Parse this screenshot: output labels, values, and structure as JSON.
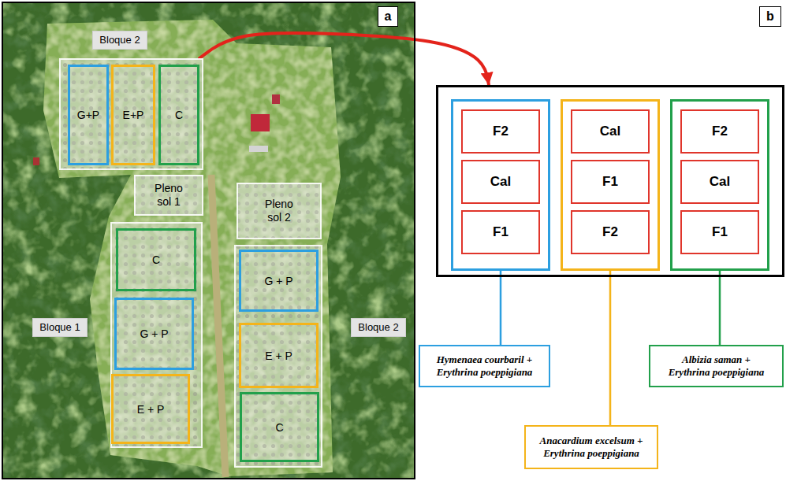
{
  "diagram": {
    "nodes": [
      {
        "text": [
          "a"
        ]
      },
      {
        "text": [
          "Bloque 2"
        ],
        "in": 0
      },
      {
        "text": [
          "G+P"
        ],
        "in": 1
      },
      {
        "text": [
          "E+P"
        ],
        "in": 1
      },
      {
        "text": [
          "C"
        ],
        "in": 1
      },
      {
        "text": [
          "Pleno sol 1"
        ],
        "in": 0
      },
      {
        "text": [
          "Pleno sol 2"
        ],
        "in": 0
      },
      {
        "text": [
          "Bloque 1"
        ],
        "in": 0
      },
      {
        "text": [
          "C"
        ],
        "in": 7
      },
      {
        "text": [
          "G + P"
        ],
        "in": 7
      },
      {
        "text": [
          "E + P"
        ],
        "in": 7
      },
      {
        "text": [
          "Bloque 2"
        ],
        "in": 0
      },
      {
        "text": [
          "G + P"
        ],
        "in": 11
      },
      {
        "text": [
          "E + P"
        ],
        "in": 11
      },
      {
        "text": [
          "C"
        ],
        "in": 11
      },
      {
        "text": [
          "b"
        ]
      },
      {
        "text": [],
        "in": 15
      },
      {
        "text": [
          "F2"
        ],
        "in": 16
      },
      {
        "text": [
          "Cal"
        ],
        "in": 16
      },
      {
        "text": [
          "F1"
        ],
        "in": 16
      },
      {
        "text": [],
        "in": 15
      },
      {
        "text": [
          "Cal"
        ],
        "in": 20
      },
      {
        "text": [
          "F1"
        ],
        "in": 20
      },
      {
        "text": [
          "F2"
        ],
        "in": 20
      },
      {
        "text": [],
        "in": 15
      },
      {
        "text": [
          "F2"
        ],
        "in": 24
      },
      {
        "text": [
          "Cal"
        ],
        "in": 24
      },
      {
        "text": [
          "F1"
        ],
        "in": 24
      },
      {
        "text": [
          "Hymenaea courbaril + Erythrina poeppigiana"
        ]
      },
      {
        "text": [
          "Anacardium excelsum + Erythrina poeppigiana"
        ]
      },
      {
        "text": [
          "Albizia saman + Erythrina poeppigiana"
        ]
      }
    ],
    "edges": [
      {
        "from": 1,
        "to": 15,
        "arrow": "to"
      },
      {
        "from": 16,
        "to": 28,
        "arrow": "none"
      },
      {
        "from": 20,
        "to": 29,
        "arrow": "none"
      },
      {
        "from": 24,
        "to": 30,
        "arrow": "none"
      }
    ]
  }
}
